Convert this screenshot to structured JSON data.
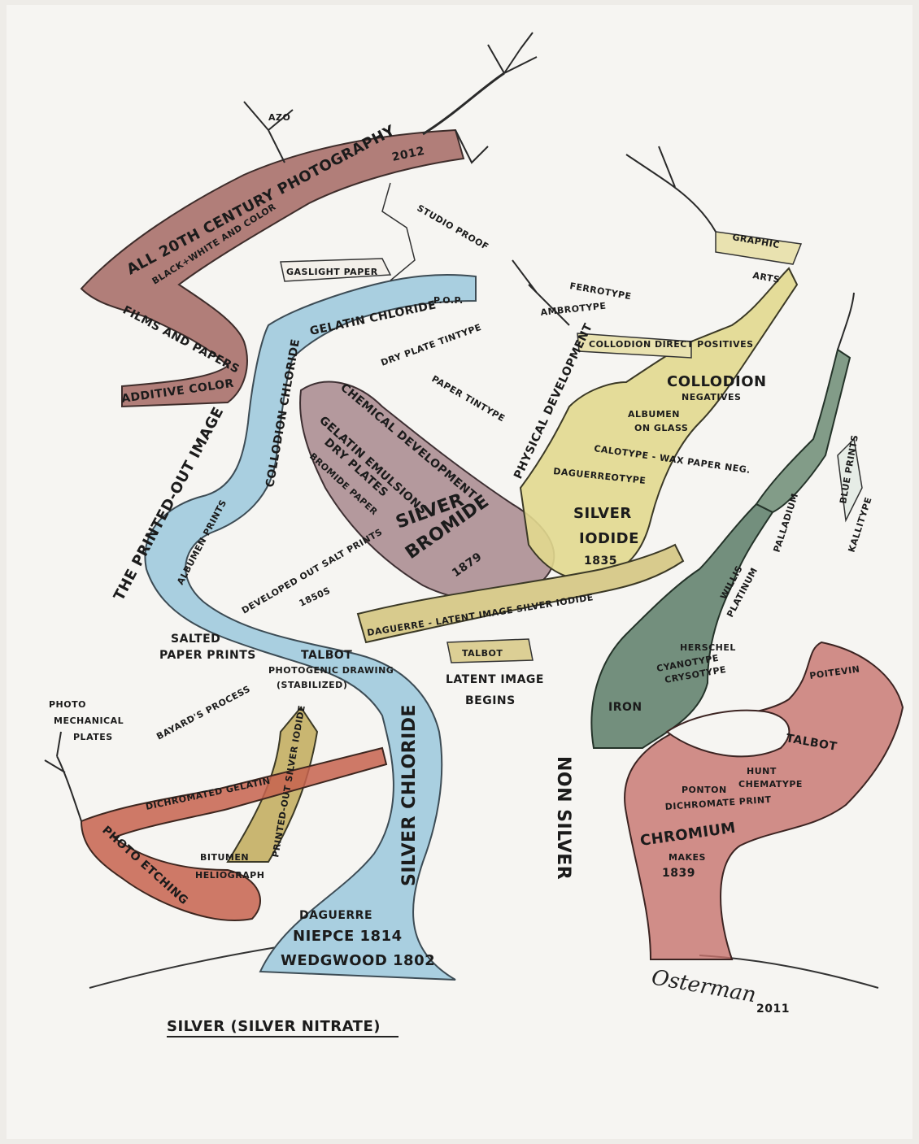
{
  "colors": {
    "paper": "#f6f5f2",
    "silver_chloride": "#a9cfe0",
    "silver_bromide": "#a8888e",
    "silver_iodide": "#e2d98f",
    "twentieth_century": "#a0605a",
    "iron": "#5c7d68",
    "chromium": "#c7736d",
    "bitumen": "#c7634f",
    "ink": "#1b1b1b"
  },
  "labels": {
    "azo": "AZO",
    "twentieth": "ALL 20TH CENTURY PHOTOGRAPHY",
    "year_2012": "2012",
    "bw_color": "BLACK+WHITE AND COLOR",
    "films_papers": "FILMS AND PAPERS",
    "additive_color": "ADDITIVE COLOR",
    "studio_proof": "STUDIO PROOF",
    "gaslight": "GASLIGHT PAPER",
    "gelatin_chloride": "GELATIN CHLORIDE",
    "pop": "P.O.P.",
    "collodion_chloride": "COLLODION CHLORIDE",
    "printed_out": "THE PRINTED-OUT IMAGE",
    "albumen_prints": "ALBUMEN PRINTS",
    "developed_out": "DEVELOPED OUT SALT PRINTS",
    "years_1850s": "1850S",
    "salted_1": "SALTED",
    "salted_2": "PAPER PRINTS",
    "talbot_1": "TALBOT",
    "talbot_2": "PHOTOGENIC DRAWING",
    "talbot_3": "(STABILIZED)",
    "bayards": "BAYARD'S PROCESS",
    "photomech_1": "PHOTO",
    "photomech_2": "MECHANICAL",
    "photomech_3": "PLATES",
    "dichromated": "DICHROMATED GELATIN",
    "photo_etching": "PHOTO ETCHING",
    "bitumen": "BITUMEN",
    "heliograph": "HELIOGRAPH",
    "printed_out_silver_iodide": "PRINTED-OUT SILVER IODIDE",
    "silver_chloride": "SILVER CHLORIDE",
    "daguerre": "DAGUERRE",
    "niepce": "NIEPCE 1814",
    "wedgwood": "WEDGWOOD 1802",
    "silver_nitrate": "SILVER (SILVER NITRATE)",
    "chemical_dev": "CHEMICAL DEVELOPMENT",
    "dry_plate_tintype": "DRY PLATE TINTYPE",
    "paper_tintype": "PAPER TINTYPE",
    "gelatin_emulsions": "GELATIN EMULSIONS",
    "dry_plates": "DRY PLATES",
    "bromide_paper": "BROMIDE PAPER",
    "silver_bromide_1": "SILVER",
    "silver_bromide_2": "BROMIDE",
    "year_1879": "1879",
    "ferrotype": "FERROTYPE",
    "ambrotype": "AMBROTYPE",
    "graphic": "GRAPHIC",
    "arts": "ARTS",
    "collodion_direct": "COLLODION DIRECT POSITIVES",
    "collodion": "COLLODION",
    "negatives": "NEGATIVES",
    "physical_dev": "PHYSICAL DEVELOPMENT",
    "albumen_1": "ALBUMEN",
    "albumen_2": "ON GLASS",
    "calotype": "CALOTYPE - WAX PAPER NEG.",
    "daguerreotype": "DAGUERREOTYPE",
    "silver_iodide_1": "SILVER",
    "silver_iodide_2": "IODIDE",
    "year_1835": "1835",
    "daguerre_latent": "DAGUERRE - LATENT IMAGE SILVER IODIDE",
    "talbot_small": "TALBOT",
    "latent_1": "LATENT IMAGE",
    "latent_2": "BEGINS",
    "non_silver": "NON SILVER",
    "iron": "IRON",
    "herschel": "HERSCHEL",
    "cyanotype": "CYANOTYPE",
    "crysotype": "CRYSOTYPE",
    "platinum": "PLATINUM",
    "willis": "WILLIS",
    "palladium": "PALLADIUM",
    "blue_prints": "BLUE PRINTS",
    "kallitype": "KALLITYPE",
    "poitevin": "POITEVIN",
    "talbot_right": "TALBOT",
    "hunt_1": "HUNT",
    "hunt_2": "CHEMATYPE",
    "ponton": "PONTON",
    "dichromate_print": "DICHROMATE PRINT",
    "chromium": "CHROMIUM",
    "year_1839": "1839",
    "makes": "MAKES",
    "signature": "Osterman",
    "year_2011": "2011"
  }
}
